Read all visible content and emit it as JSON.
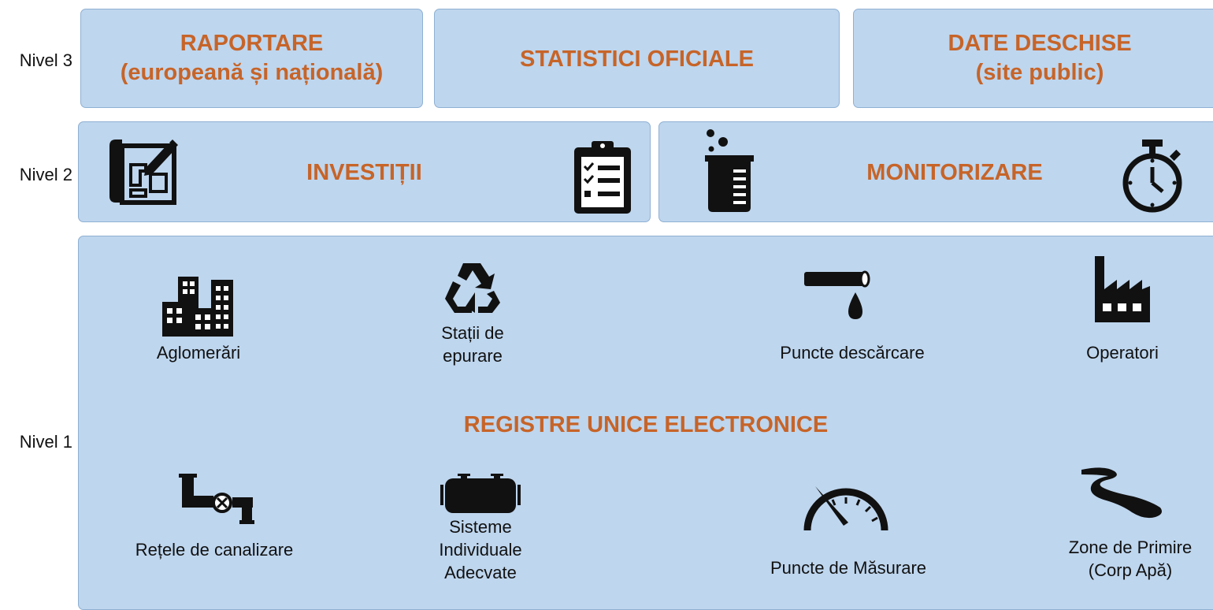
{
  "levels": {
    "nivel3": "Nivel 3",
    "nivel2": "Nivel 2",
    "nivel1": "Nivel 1"
  },
  "nivel3": {
    "raportare": "RAPORTARE\n(europeană și națională)",
    "statistici": "STATISTICI OFICIALE",
    "date_deschise": "DATE DESCHISE\n(site public)"
  },
  "nivel2": {
    "investitii": "INVESTIȚII",
    "monitorizare": "MONITORIZARE"
  },
  "nivel1": {
    "title": "REGISTRE UNICE ELECTRONICE",
    "items": [
      {
        "label": "Aglomerări",
        "icon": "buildings-icon"
      },
      {
        "label": "Stații de\nepurare",
        "icon": "recycle-icon"
      },
      {
        "label": "Puncte descărcare",
        "icon": "discharge-pipe-icon"
      },
      {
        "label": "Operatori",
        "icon": "factory-icon"
      },
      {
        "label": "Rețele de canalizare",
        "icon": "pipe-valve-icon"
      },
      {
        "label": "Sisteme\nIndividuale\nAdecvate",
        "icon": "tank-icon"
      },
      {
        "label": "Puncte de Măsurare",
        "icon": "gauge-icon"
      },
      {
        "label": "Zone de Primire\n(Corp Apă)",
        "icon": "river-icon"
      }
    ]
  },
  "colors": {
    "panel_fill": "#bed6ee",
    "panel_border": "#8fb0d3",
    "title_orange": "#c76428",
    "icon": "#111111"
  }
}
